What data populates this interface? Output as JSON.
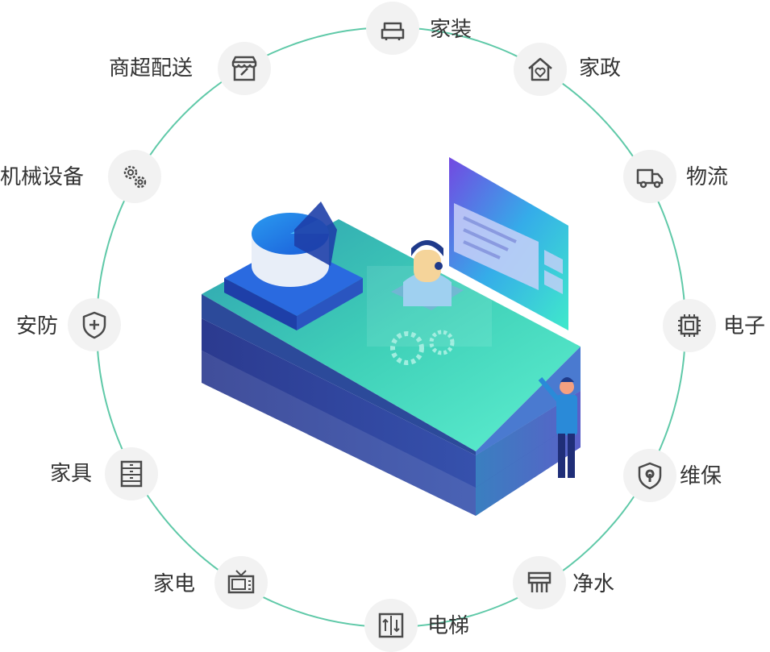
{
  "colors": {
    "ring": "#5fc9a8",
    "icon": "#4a4a4a",
    "node_bg": "#f2f2f2",
    "label": "#333333"
  },
  "services": [
    {
      "label": "家装",
      "icon": "sofa-icon"
    },
    {
      "label": "家政",
      "icon": "house-heart-icon"
    },
    {
      "label": "物流",
      "icon": "truck-icon"
    },
    {
      "label": "电子",
      "icon": "chip-icon"
    },
    {
      "label": "维保",
      "icon": "shield-wrench-icon"
    },
    {
      "label": "净水",
      "icon": "water-purifier-icon"
    },
    {
      "label": "电梯",
      "icon": "elevator-icon"
    },
    {
      "label": "家电",
      "icon": "tv-icon"
    },
    {
      "label": "家具",
      "icon": "cabinet-icon"
    },
    {
      "label": "安防",
      "icon": "shield-plus-icon"
    },
    {
      "label": "机械设备",
      "icon": "gears-icon"
    },
    {
      "label": "商超配送",
      "icon": "store-icon"
    }
  ]
}
